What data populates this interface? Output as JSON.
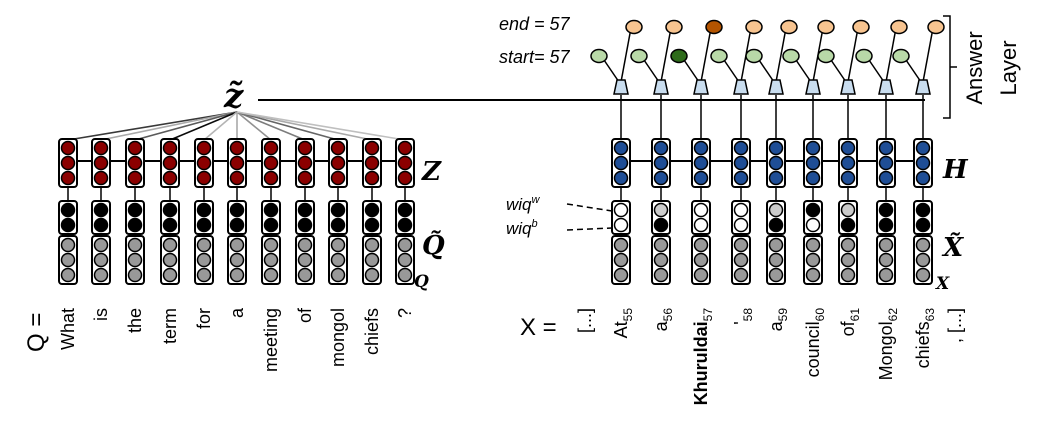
{
  "diagram": {
    "question_prefix": "Q =",
    "question_tokens": [
      "What",
      "is",
      "the",
      "term",
      "for",
      "a",
      "meeting",
      "of",
      "mongol",
      "chiefs",
      "?"
    ],
    "context_prefix": "X =",
    "context_tokens": [
      {
        "text": "[...]",
        "sub": "",
        "bold": false
      },
      {
        "text": "At",
        "sub": "55",
        "bold": false
      },
      {
        "text": "a",
        "sub": "56",
        "bold": false
      },
      {
        "text": "Khuruldai",
        "sub": "57",
        "bold": true
      },
      {
        "text": "'",
        "sub": "58",
        "bold": false
      },
      {
        "text": "a",
        "sub": "59",
        "bold": false
      },
      {
        "text": "council",
        "sub": "60",
        "bold": false
      },
      {
        "text": "of",
        "sub": "61",
        "bold": false
      },
      {
        "text": "Mongol",
        "sub": "62",
        "bold": false
      },
      {
        "text": "chiefs",
        "sub": "63",
        "bold": false
      },
      {
        "text": ", [...]",
        "sub": "",
        "bold": false
      }
    ],
    "labels": {
      "z_tilde": "z̃",
      "Z": "Z",
      "Q_tilde": "Q̃",
      "Q": "Q",
      "H": "H",
      "X_tilde": "X̃",
      "X": "X",
      "wiq_w": "wiq",
      "wiq_w_sup": "w",
      "wiq_b": "wiq",
      "wiq_b_sup": "b",
      "end": "end = 57",
      "start": "start= 57",
      "answer_layer_line1": "Answer",
      "answer_layer_line2": "Layer"
    },
    "attention_weights": [
      0.75,
      0.25,
      0.6,
      0.95,
      0.2,
      0.25,
      0.35,
      0.45,
      0.55,
      0.25,
      0.15
    ],
    "wiq_features": [
      [
        "white",
        "white"
      ],
      [
        "light",
        "black"
      ],
      [
        "white",
        "white"
      ],
      [
        "white",
        "white"
      ],
      [
        "light",
        "black"
      ],
      [
        "black",
        "white"
      ],
      [
        "light",
        "black"
      ],
      [
        "black",
        "black"
      ],
      [
        "black",
        "black"
      ]
    ],
    "selected_index": 2,
    "colors": {
      "Z_node": "#8b0000",
      "H_node": "#1f4e96",
      "emb_node": "#999999",
      "black_node": "#000000",
      "light_node": "#cccccc",
      "start_node": "#b9d9a8",
      "start_selected": "#2e6b1a",
      "end_node": "#f7c490",
      "end_selected": "#b35400",
      "combiner": "#c9ddef"
    }
  }
}
